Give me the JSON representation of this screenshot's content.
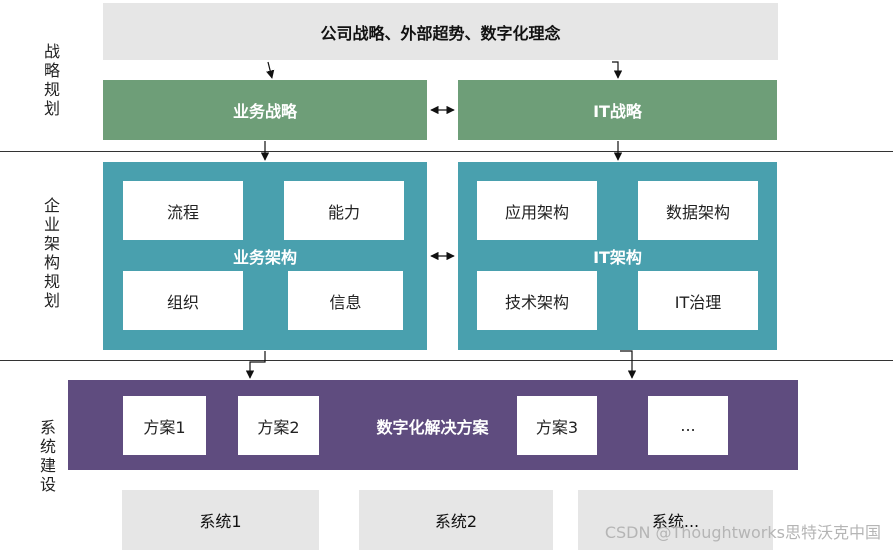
{
  "sections": {
    "strategy": "战略规划",
    "enterprise": "企业架构规划",
    "system": "系统建设"
  },
  "top": {
    "title": "公司战略、外部超势、数字化理念"
  },
  "strategy_row": {
    "business": "业务战略",
    "it": "IT战略"
  },
  "business_arch": {
    "title": "业务架构",
    "items": [
      "流程",
      "能力",
      "组织",
      "信息"
    ]
  },
  "it_arch": {
    "title": "IT架构",
    "items": [
      "应用架构",
      "数据架构",
      "技术架构",
      "IT治理"
    ]
  },
  "solutions": {
    "title": "数字化解决方案",
    "items": [
      "方案1",
      "方案2",
      "方案3",
      "..."
    ]
  },
  "systems": [
    "系统1",
    "系统2",
    "系统..."
  ],
  "watermark": "CSDN @Thoughtworks思特沃克中国",
  "colors": {
    "gray": "#e6e6e6",
    "green": "#6e9e78",
    "teal": "#49a0ae",
    "purple": "#5f4c7f"
  }
}
